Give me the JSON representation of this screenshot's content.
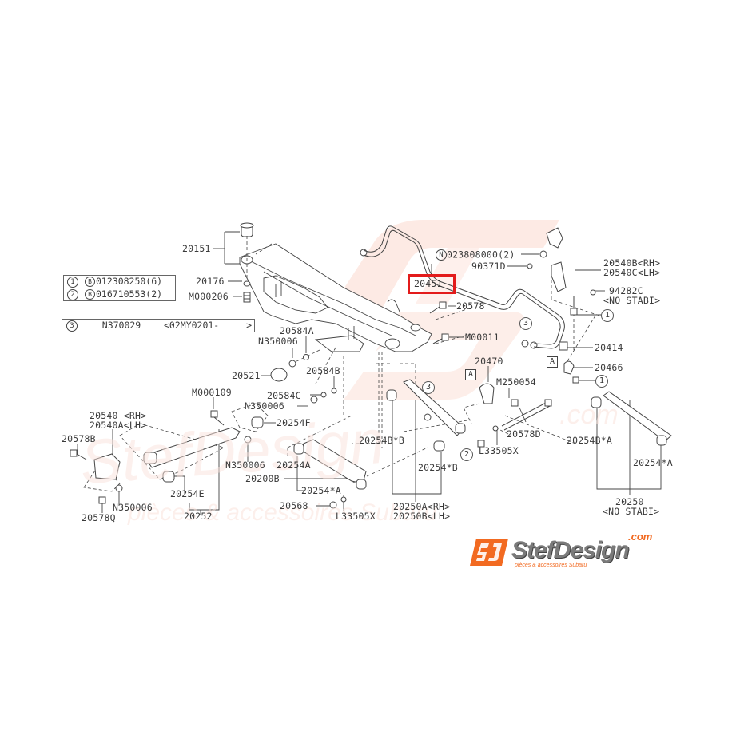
{
  "diagram": {
    "title": "Rear suspension crossmember / stabilizer parts diagram",
    "highlighted_part": "20451",
    "highlight_color": "#e31b1b",
    "line_color": "#444444",
    "watermark_color": "#fbe3dc"
  },
  "legend": {
    "rows": [
      {
        "callout": "1",
        "prefix": "B",
        "part": "012308250(6)"
      },
      {
        "callout": "2",
        "prefix": "B",
        "part": "016710553(2)"
      }
    ],
    "row3": {
      "callout": "3",
      "part": "N370029",
      "range": "<02MY0201-",
      "range_end": ">"
    }
  },
  "labels": {
    "p20151": "20151",
    "p20176": "20176",
    "pM000206": "M000206",
    "p20451": "20451",
    "pN023808000": "023808000(2)",
    "pN_prefix": "N",
    "p90371D": "90371D",
    "p20540B": "20540B<RH>",
    "p20540C": "20540C<LH>",
    "p94282C": "94282C",
    "p94282C_note": "<NO STABI>",
    "p20578_top": "20578",
    "pM00011": "M00011",
    "p20414": "20414",
    "p20466": "20466",
    "p20584A": "20584A",
    "pN350006_a": "N350006",
    "p20521": "20521",
    "p20584B": "20584B",
    "p20584C": "20584C",
    "pN350006_b": "N350006",
    "p20254F": "20254F",
    "pM000109": "M000109",
    "p20540": "20540 <RH>",
    "p20540A": "20540A<LH>",
    "p20578B": "20578B",
    "pN350006_c": "N350006",
    "p20200B": "20200B",
    "p20254A": "20254A",
    "p20254E": "20254E",
    "pN350006_d": "N350006",
    "p20578Q": "20578Q",
    "p20252": "20252",
    "p20254_star_A_mid": "20254*A",
    "p20568": "20568",
    "pL33505X_a": "L33505X",
    "p20254B_star_B": "20254B*B",
    "p20254_star_B": "20254*B",
    "p20250A": "20250A<RH>",
    "p20250B": "20250B<LH>",
    "p20470": "20470",
    "pM250054": "M250054",
    "p20578D": "20578D",
    "pL33505X_b": "L33505X",
    "p20254B_star_A": "20254B*A",
    "p20254_star_A_right": "20254*A",
    "p20250": "20250",
    "p20250_note": "<NO STABI>",
    "boxA": "A",
    "callout1": "1",
    "callout2": "2",
    "callout3": "3"
  },
  "logo": {
    "brand": "StefDesign",
    "suffix": ".com",
    "tagline": "pièces & accessoires Subaru",
    "mark": "SJ",
    "accent_color": "#f26a21",
    "text_color": "#7a7a7a"
  },
  "watermark": {
    "brand": "StefDesign",
    "tagline": "pièces & accessoires Subaru",
    "suffix": ".com"
  }
}
